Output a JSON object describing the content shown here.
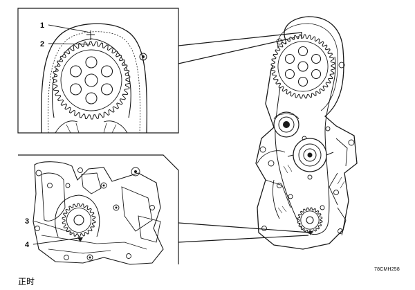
{
  "callouts": {
    "c1": "1",
    "c2": "2",
    "c3": "3",
    "c4": "4"
  },
  "figure_code": "78CMH258",
  "caption": "正时",
  "colors": {
    "line": "#1a1a1a",
    "background": "#ffffff"
  }
}
